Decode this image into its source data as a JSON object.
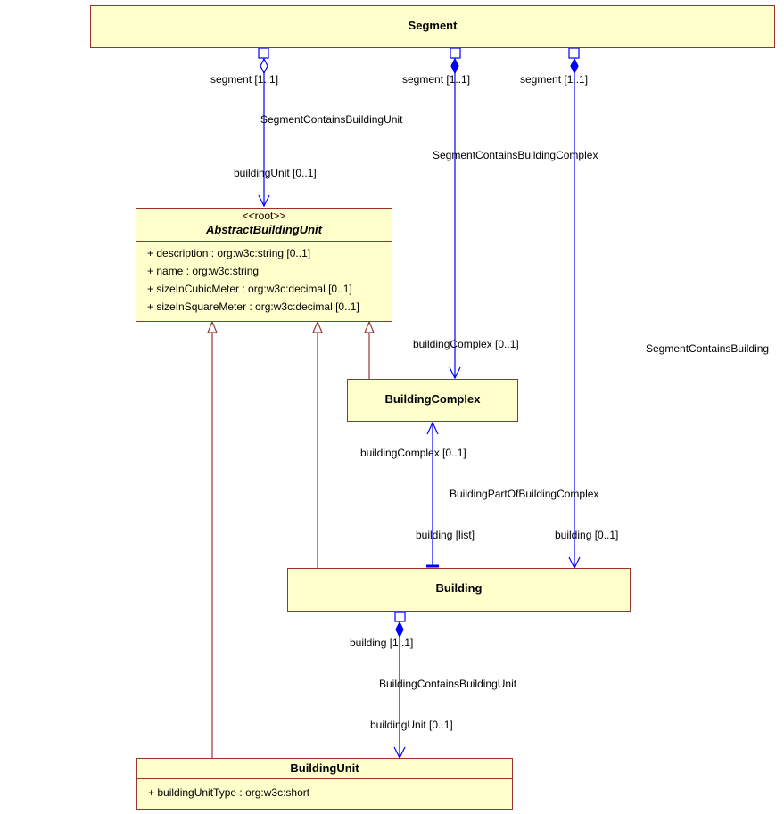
{
  "classes": {
    "segment": {
      "name": "Segment"
    },
    "abstract_building_unit": {
      "stereotype": "<<root>>",
      "name": "AbstractBuildingUnit",
      "attributes": [
        "+ description : org:w3c:string [0..1]",
        "+ name : org:w3c:string",
        "+ sizeInCubicMeter : org:w3c:decimal [0..1]",
        "+ sizeInSquareMeter : org:w3c:decimal [0..1]"
      ]
    },
    "building_complex": {
      "name": "BuildingComplex"
    },
    "building": {
      "name": "Building"
    },
    "building_unit": {
      "name": "BuildingUnit",
      "attributes": [
        "+ buildingUnitType : org:w3c:short"
      ]
    }
  },
  "associations": {
    "seg_unit": {
      "name": "SegmentContainsBuildingUnit",
      "source_role": "segment [1..1]",
      "target_role": "buildingUnit [0..1]"
    },
    "seg_complex": {
      "name": "SegmentContainsBuildingComplex",
      "source_role": "segment [1..1]",
      "target_role": "buildingComplex [0..1]"
    },
    "seg_building": {
      "name": "SegmentContainsBuilding",
      "source_role": "segment [1..1]",
      "target_role": "building [0..1]"
    },
    "part_of_complex": {
      "name": "BuildingPartOfBuildingComplex",
      "source_role": "buildingComplex [0..1]",
      "target_role": "building [list]"
    },
    "building_unit": {
      "name": "BuildingContainsBuildingUnit",
      "source_role": "building [1..1]",
      "target_role": "buildingUnit [0..1]"
    }
  },
  "colors": {
    "class_fill": "#ffffcc",
    "class_border": "#993333",
    "association": "#0000ff",
    "generalization": "#993333"
  }
}
